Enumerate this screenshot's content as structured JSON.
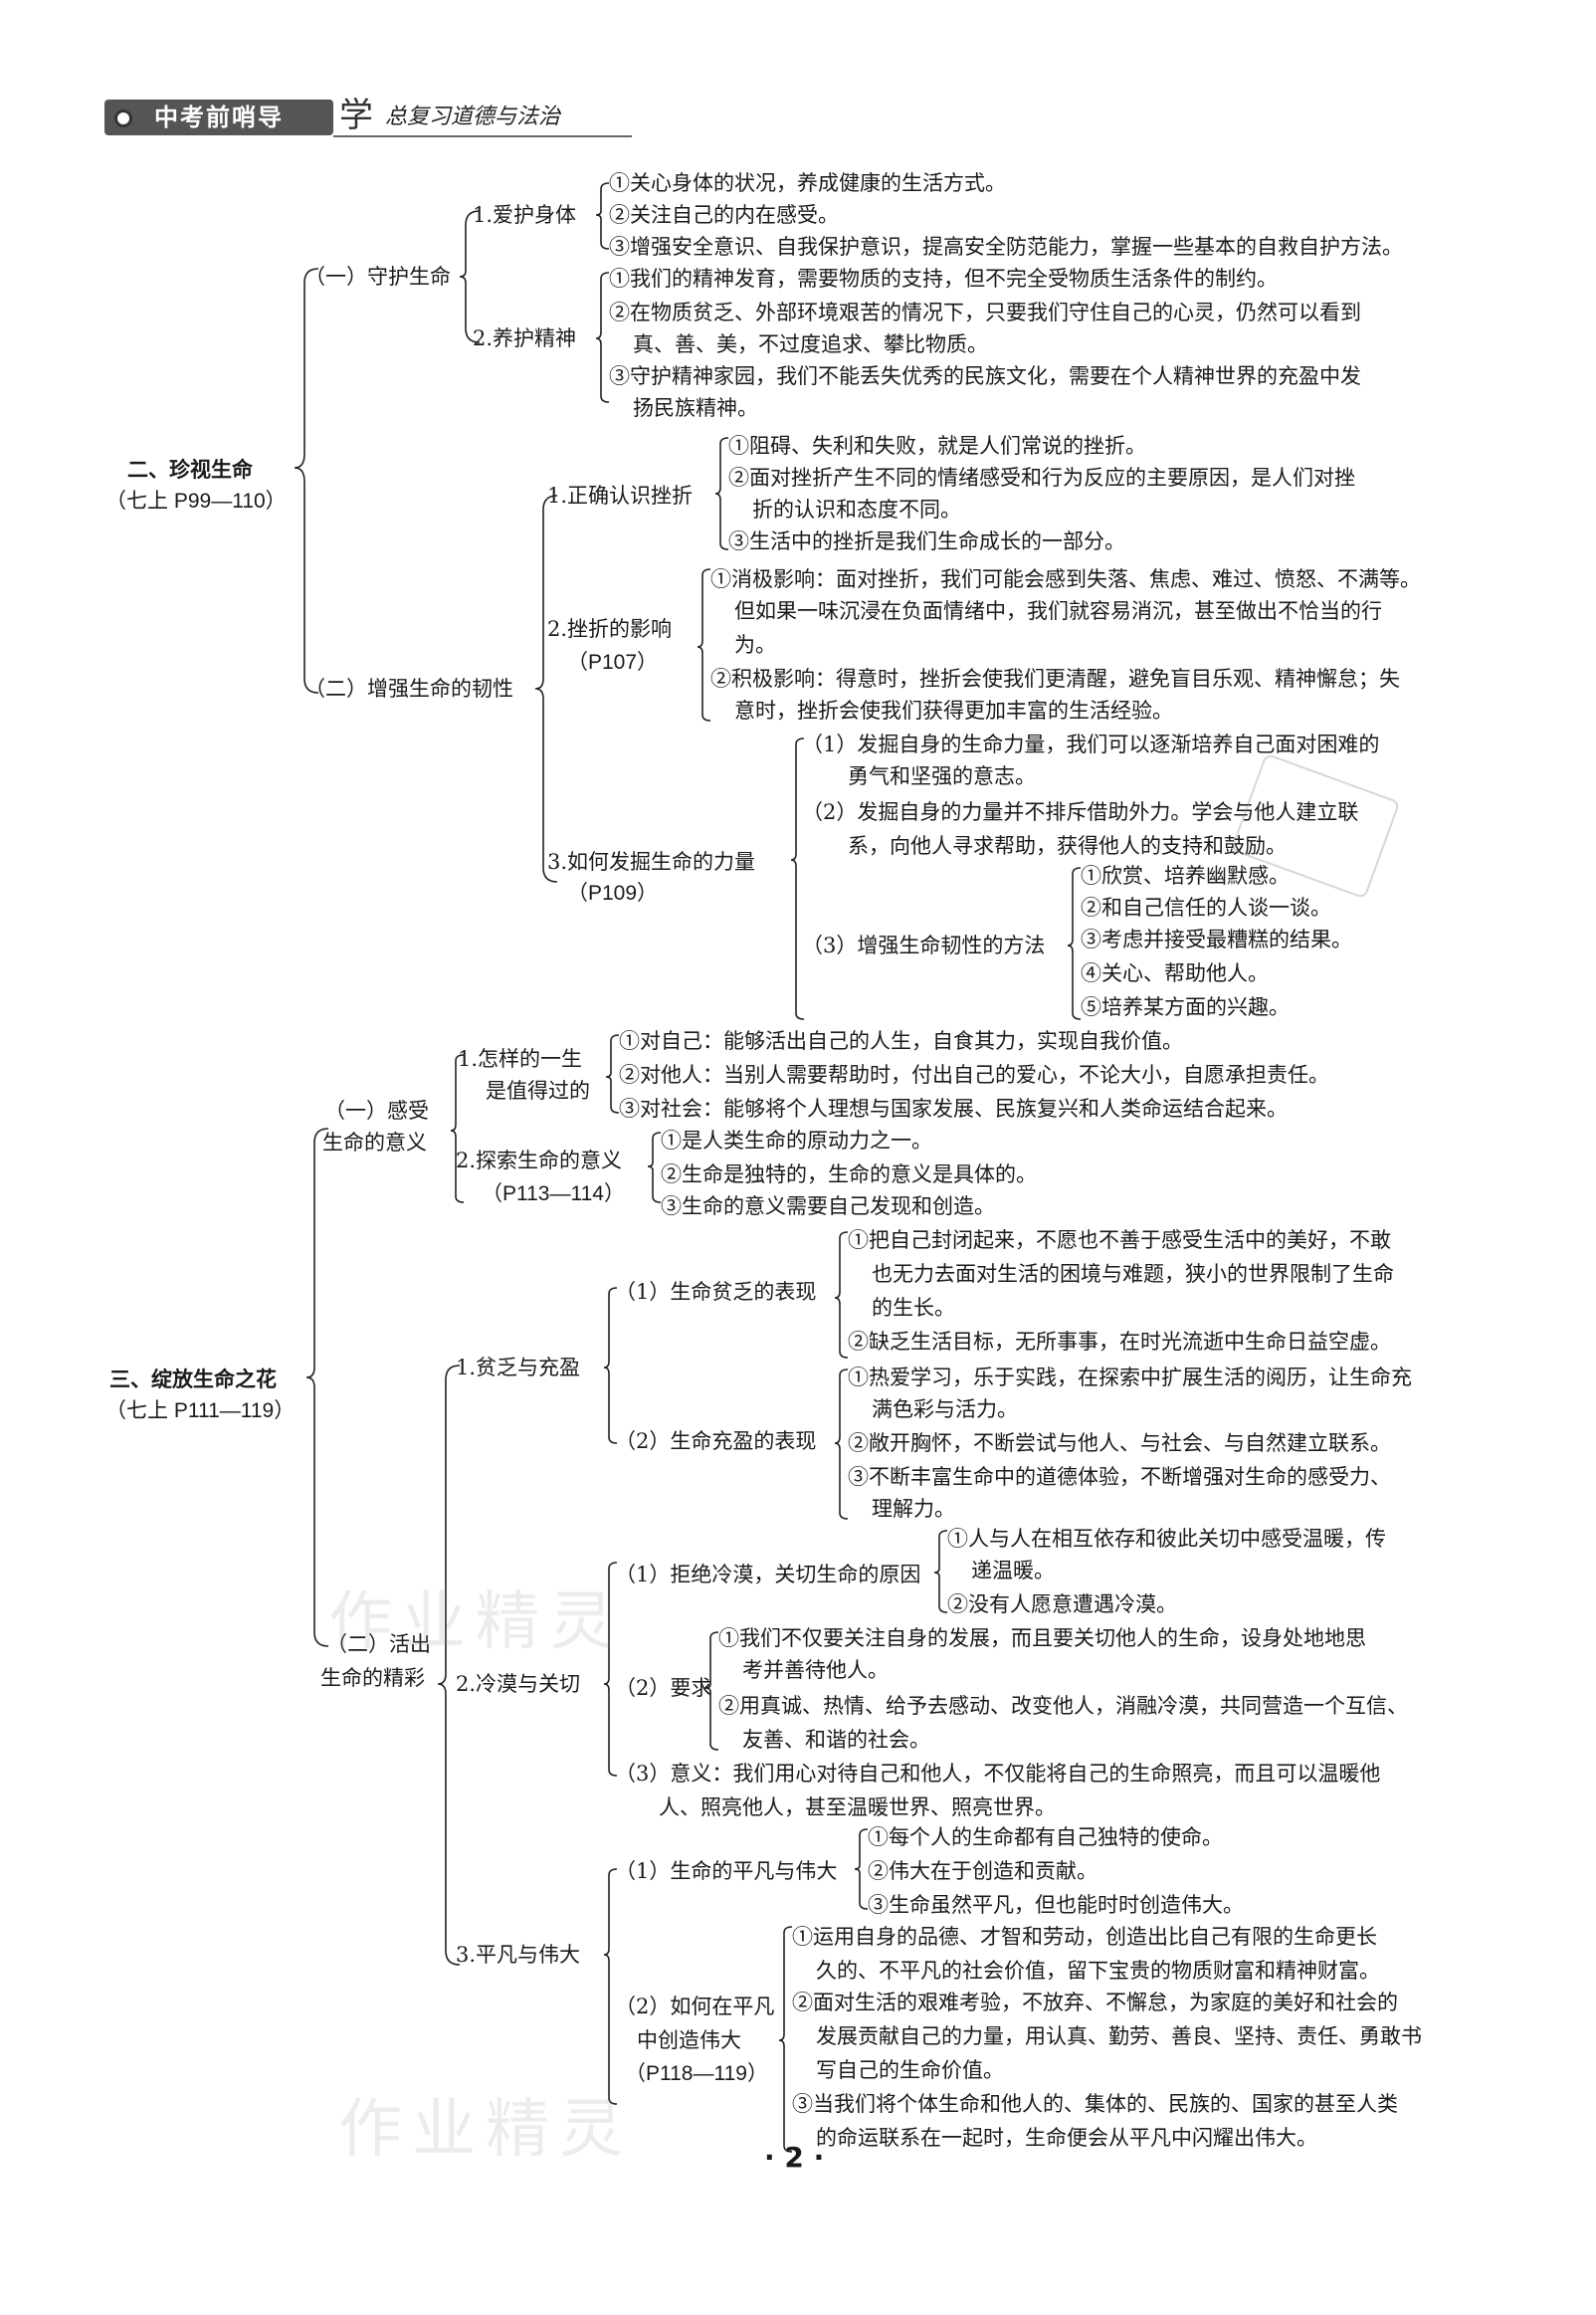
{
  "header": {
    "brand": "中考前哨导",
    "logo_char": "学",
    "subject": "总复习道德与法治"
  },
  "page_number": "· 2 ·",
  "watermark": "作业精灵",
  "s2": {
    "title": "二、珍视生命",
    "ref": "（七上 P99—110）",
    "p1": {
      "label": "（一）守护生命",
      "a": {
        "label": "1.爱护身体",
        "items": [
          "①关心身体的状况，养成健康的生活方式。",
          "②关注自己的内在感受。",
          "③增强安全意识、自我保护意识，提高安全防范能力，掌握一些基本的自救自护方法。"
        ]
      },
      "b": {
        "label": "2.养护精神",
        "items": [
          "①我们的精神发育，需要物质的支持，但不完全受物质生活条件的制约。",
          "②在物质贫乏、外部环境艰苦的情况下，只要我们守住自己的心灵，仍然可以看到",
          "真、善、美，不过度追求、攀比物质。",
          "③守护精神家园，我们不能丢失优秀的民族文化，需要在个人精神世界的充盈中发",
          "扬民族精神。"
        ]
      }
    },
    "p2": {
      "label": "（二）增强生命的韧性",
      "a": {
        "label": "1.正确认识挫折",
        "items": [
          "①阻碍、失利和失败，就是人们常说的挫折。",
          "②面对挫折产生不同的情绪感受和行为反应的主要原因，是人们对挫",
          "折的认识和态度不同。",
          "③生活中的挫折是我们生命成长的一部分。"
        ]
      },
      "b": {
        "label": "2.挫折的影响",
        "ref": "（P107）",
        "items": [
          "①消极影响：面对挫折，我们可能会感到失落、焦虑、难过、愤怒、不满等。",
          "但如果一味沉浸在负面情绪中，我们就容易消沉，甚至做出不恰当的行",
          "为。",
          "②积极影响：得意时，挫折会使我们更清醒，避免盲目乐观、精神懈怠；失",
          "意时，挫折会使我们获得更加丰富的生活经验。"
        ]
      },
      "c": {
        "label": "3.如何发掘生命的力量",
        "ref": "（P109）",
        "items": [
          "（1）发掘自身的生命力量，我们可以逐渐培养自己面对困难的",
          "勇气和坚强的意志。",
          "（2）发掘自身的力量并不排斥借助外力。学会与他人建立联",
          "系，向他人寻求帮助，获得他人的支持和鼓励。"
        ],
        "m3": "（3）增强生命韧性的方法",
        "m3_items": [
          "①欣赏、培养幽默感。",
          "②和自己信任的人谈一谈。",
          "③考虑并接受最糟糕的结果。",
          "④关心、帮助他人。",
          "⑤培养某方面的兴趣。"
        ]
      }
    }
  },
  "s3": {
    "title": "三、绽放生命之花",
    "ref": "（七上 P111—119）",
    "p1": {
      "label1": "（一）感受",
      "label2": "生命的意义",
      "a": {
        "label1": "1.怎样的一生",
        "label2": "是值得过的",
        "items": [
          "①对自己：能够活出自己的人生，自食其力，实现自我价值。",
          "②对他人：当别人需要帮助时，付出自己的爱心，不论大小，自愿承担责任。",
          "③对社会：能够将个人理想与国家发展、民族复兴和人类命运结合起来。"
        ]
      },
      "b": {
        "label": "2.探索生命的意义",
        "ref": "（P113—114）",
        "items": [
          "①是人类生命的原动力之一。",
          "②生命是独特的，生命的意义是具体的。",
          "③生命的意义需要自己发现和创造。"
        ]
      }
    },
    "p2": {
      "label1": "（二）活出",
      "label2": "生命的精彩",
      "a": {
        "label": "1.贫乏与充盈",
        "m1": "（1）生命贫乏的表现",
        "m1_items": [
          "①把自己封闭起来，不愿也不善于感受生活中的美好，不敢",
          "也无力去面对生活的困境与难题，狭小的世界限制了生命",
          "的生长。",
          "②缺乏生活目标，无所事事，在时光流逝中生命日益空虚。"
        ],
        "m2": "（2）生命充盈的表现",
        "m2_items": [
          "①热爱学习，乐于实践，在探索中扩展生活的阅历，让生命充",
          "满色彩与活力。",
          "②敞开胸怀，不断尝试与他人、与社会、与自然建立联系。",
          "③不断丰富生命中的道德体验，不断增强对生命的感受力、",
          "理解力。"
        ]
      },
      "b": {
        "label": "2.冷漠与关切",
        "m1": "（1）拒绝冷漠，关切生命的原因",
        "m1_items": [
          "①人与人在相互依存和彼此关切中感受温暖，传",
          "递温暖。",
          "②没有人愿意遭遇冷漠。"
        ],
        "m2": "（2）要求",
        "m2_items": [
          "①我们不仅要关注自身的发展，而且要关切他人的生命，设身处地地思",
          "考并善待他人。",
          "②用真诚、热情、给予去感动、改变他人，消融冷漠，共同营造一个互信、",
          "友善、和谐的社会。"
        ],
        "m3": [
          "（3）意义：我们用心对待自己和他人，不仅能将自己的生命照亮，而且可以温暖他",
          "人、照亮他人，甚至温暖世界、照亮世界。"
        ]
      },
      "c": {
        "label": "3.平凡与伟大",
        "m1": "（1）生命的平凡与伟大",
        "m1_items": [
          "①每个人的生命都有自己独特的使命。",
          "②伟大在于创造和贡献。",
          "③生命虽然平凡，但也能时时创造伟大。"
        ],
        "m2": [
          "（2）如何在平凡",
          "中创造伟大"
        ],
        "m2_ref": "（P118—119）",
        "m2_items": [
          "①运用自身的品德、才智和劳动，创造出比自己有限的生命更长",
          "久的、不平凡的社会价值，留下宝贵的物质财富和精神财富。",
          "②面对生活的艰难考验，不放弃、不懈怠，为家庭的美好和社会的",
          "发展贡献自己的力量，用认真、勤劳、善良、坚持、责任、勇敢书",
          "写自己的生命价值。",
          "③当我们将个体生命和他人的、集体的、民族的、国家的甚至人类",
          "的命运联系在一起时，生命便会从平凡中闪耀出伟大。"
        ]
      }
    }
  }
}
